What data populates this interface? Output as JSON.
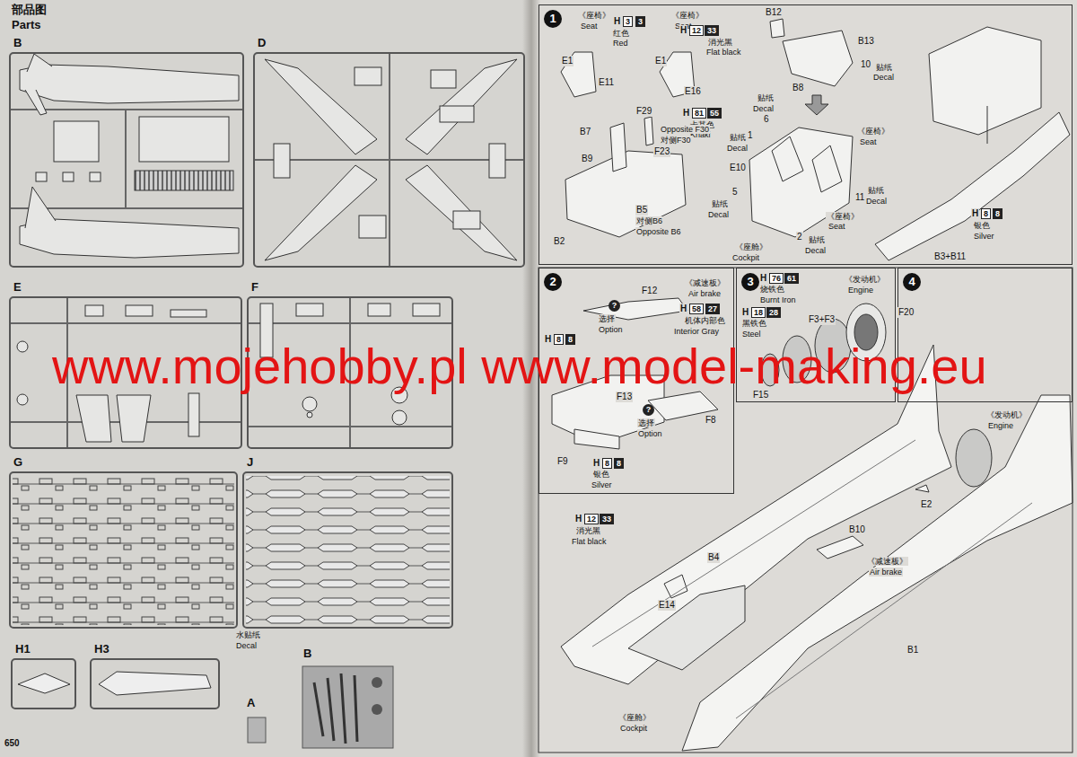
{
  "diagram": {
    "nodes": [
      {
        "text": [
          "B"
        ]
      },
      {
        "text": [
          "D"
        ]
      },
      {
        "text": [
          "E"
        ]
      },
      {
        "text": [
          "F"
        ]
      },
      {
        "text": [
          "G"
        ]
      },
      {
        "text": [
          "J"
        ]
      },
      {
        "text": [
          "H1"
        ]
      },
      {
        "text": [
          "H3"
        ]
      },
      {
        "text": [
          "A"
        ]
      },
      {
        "text": [
          "B"
        ]
      },
      {
        "text": [
          "1"
        ]
      },
      {
        "text": [
          "2"
        ]
      },
      {
        "text": [
          "3"
        ]
      },
      {
        "text": [
          "4"
        ]
      }
    ],
    "labels": [
      "部品图",
      "Parts",
      "水贴纸",
      "Decal",
      "650",
      "《座椅》",
      "Seat",
      "H",
      "3",
      "3",
      "红色",
      "Red",
      "E1",
      "E11",
      "《座椅》",
      "Seat",
      "H",
      "12",
      "33",
      "E1",
      "消光黑",
      "Flat black",
      "E16",
      "H",
      "81",
      "55",
      "卡其色",
      "Khaki",
      "B7",
      "F29",
      "Opposite F30",
      "对侧F30",
      "F23",
      "B9",
      "B5",
      "对侧B6",
      "Opposite B6",
      "B2",
      "B12",
      "B13",
      "10",
      "贴纸",
      "Decal",
      "B8",
      "贴纸",
      "Decal",
      "6",
      "1",
      "贴纸",
      "Decal",
      "《座椅》",
      "Seat",
      "E10",
      "5",
      "贴纸",
      "Decal",
      "11",
      "贴纸",
      "Decal",
      "《座椅》",
      "Seat",
      "2",
      "贴纸",
      "Decal",
      "《座舱》",
      "Cockpit",
      "H",
      "8",
      "8",
      "银色",
      "Silver",
      "B3+B11",
      "《减速板》",
      "Air brake",
      "F12",
      "?",
      "选择",
      "Option",
      "H",
      "58",
      "27",
      "机体内部色",
      "Interior Gray",
      "H",
      "8",
      "8",
      "F13",
      "?",
      "选择",
      "Option",
      "F8",
      "F9",
      "H",
      "8",
      "8",
      "银色",
      "Silver",
      "《发动机》",
      "Engine",
      "H",
      "76",
      "61",
      "烧铁色",
      "Burnt Iron",
      "F20",
      "H",
      "18",
      "28",
      "黑铁色",
      "Steel",
      "F3+F3",
      "F15",
      "《发动机》",
      "Engine",
      "E2",
      "B10",
      "《减速板》",
      "Air brake",
      "B4",
      "H",
      "12",
      "33",
      "消光黑",
      "Flat black",
      "E14",
      "B1",
      "《座舱》",
      "Cockpit",
      "www.mojehobby.pl www.model-making.eu"
    ]
  }
}
